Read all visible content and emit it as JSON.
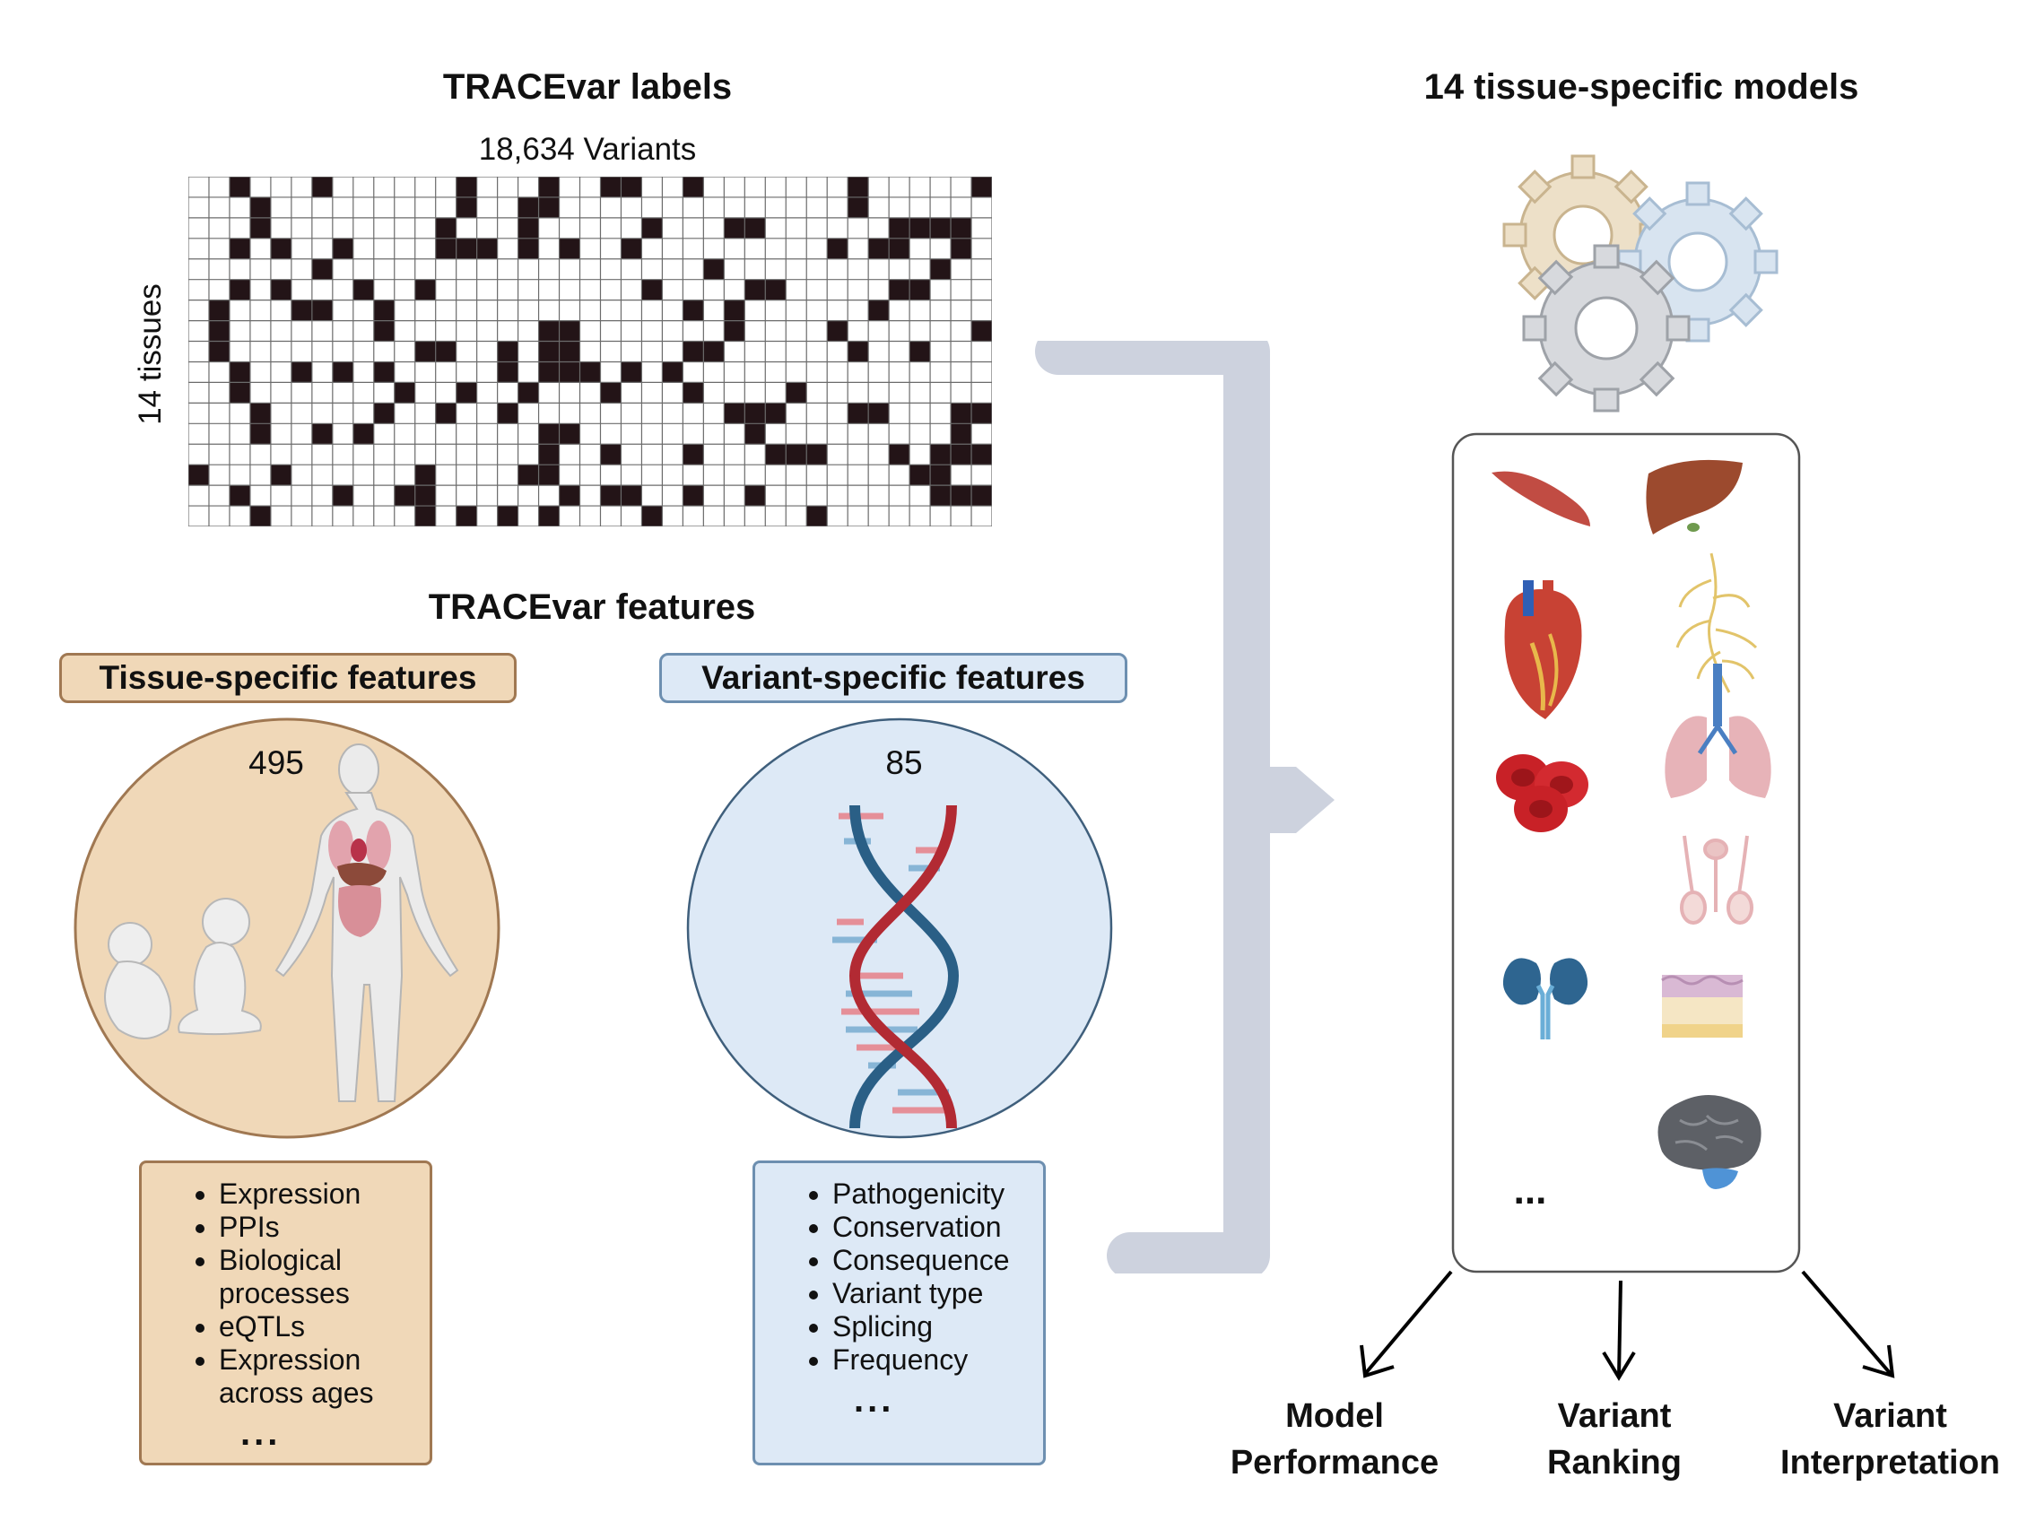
{
  "labels_section": {
    "title": "TRACEvar labels",
    "variants_label": "18,634 Variants",
    "tissues_label": "14 tissues"
  },
  "features_section": {
    "title": "TRACEvar features",
    "tissue": {
      "header": "Tissue-specific features",
      "count": "495",
      "items": [
        "Expression",
        "PPIs",
        "Biological processes",
        "eQTLs",
        "Expression across ages"
      ],
      "more": "..."
    },
    "variant": {
      "header": "Variant-specific features",
      "count": "85",
      "items": [
        "Pathogenicity",
        "Conservation",
        "Consequence",
        "Variant type",
        "Splicing",
        "Frequency"
      ],
      "more": "..."
    }
  },
  "models_section": {
    "title": "14 tissue-specific models",
    "organs": [
      "muscle-icon",
      "liver-icon",
      "heart-icon",
      "nerve-icon",
      "lung-icon",
      "blood-icon",
      "testis-icon",
      "kidney-icon",
      "skin-icon",
      "brain-icon"
    ],
    "more": "...",
    "outputs": [
      {
        "line1": "Model",
        "line2": "Performance"
      },
      {
        "line1": "Variant",
        "line2": "Ranking"
      },
      {
        "line1": "Variant",
        "line2": "Interpretation"
      }
    ]
  },
  "colors": {
    "tan_fill": "#f0d8b8",
    "tan_border": "#a07852",
    "blue_fill": "#dde9f6",
    "blue_border": "#6d8fb0",
    "grid_filled": "#231417",
    "connector": "#cdd2de"
  }
}
